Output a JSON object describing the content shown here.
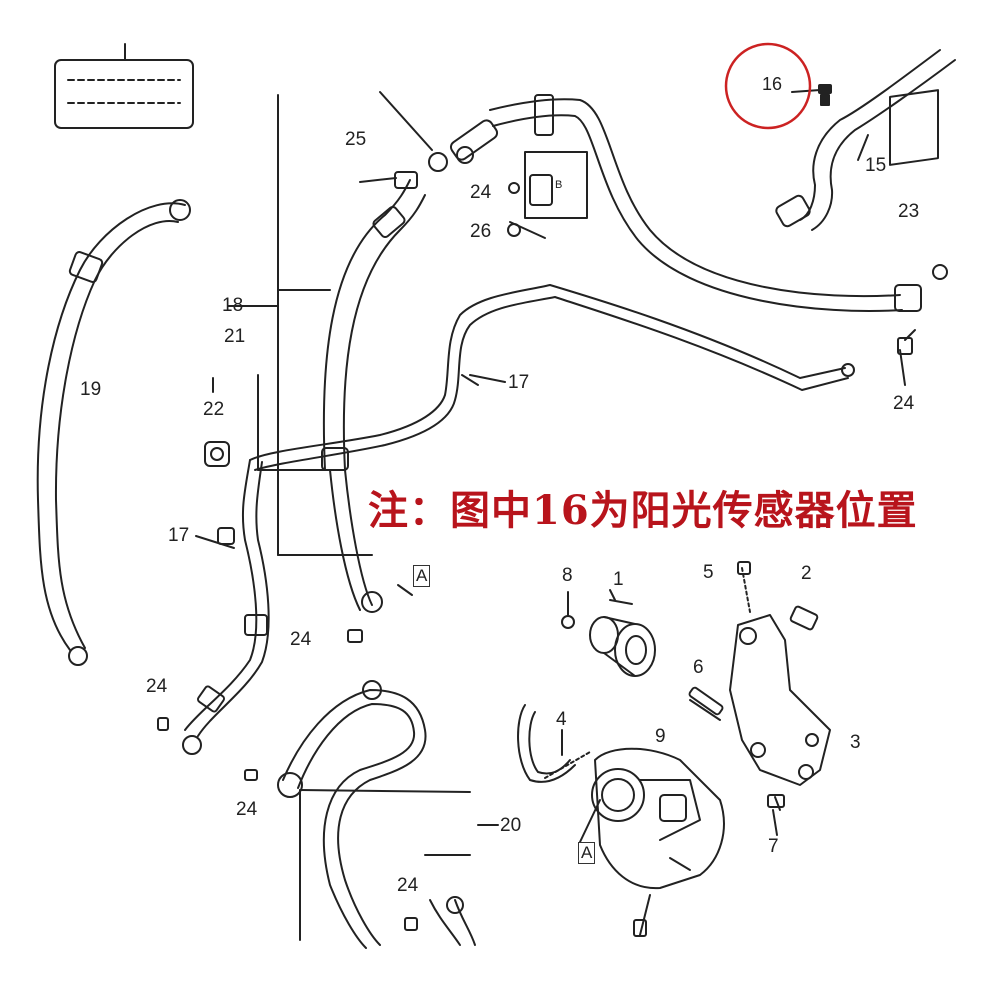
{
  "note": "注：图中16为阳光传感器位置",
  "highlight_color": "#cc2222",
  "note_color": "#b8141c",
  "callouts": {
    "c16": "16",
    "c15": "15",
    "c25": "25",
    "c24_top": "24",
    "c26": "26",
    "c23": "23",
    "c24_right": "24",
    "c18": "18",
    "c21": "21",
    "c19": "19",
    "c22": "22",
    "c17_mid": "17",
    "c17_left": "17",
    "c24_mid": "24",
    "c24_leftlow": "24",
    "c24_bottom": "24",
    "c24_lower": "24",
    "c20": "20",
    "c8": "8",
    "c1": "1",
    "c5": "5",
    "c2": "2",
    "c6": "6",
    "c4": "4",
    "c9": "9",
    "c3": "3",
    "c7": "7"
  },
  "boxed": {
    "A_upper": "A",
    "A_lower": "A",
    "B": "B"
  },
  "icons": [
    "sensor-16-bolt-icon",
    "compressor-icon",
    "bracket-icon",
    "pulley-icon",
    "belt-icon",
    "label-plate-icon"
  ]
}
